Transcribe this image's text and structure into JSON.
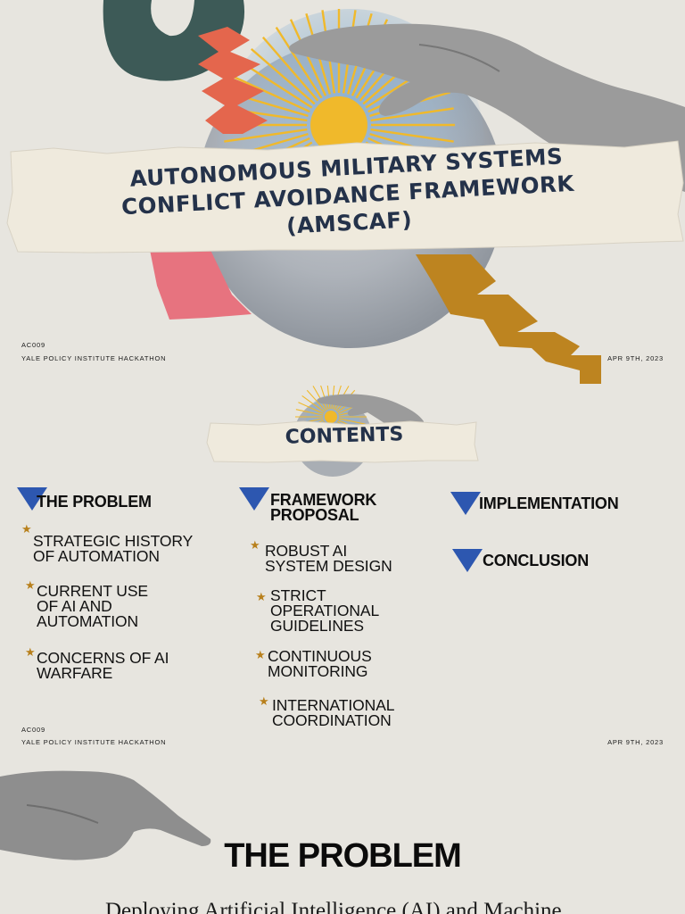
{
  "title_slide": {
    "title_line1": "AUTONOMOUS MILITARY SYSTEMS",
    "title_line2": "CONFLICT AVOIDANCE FRAMEWORK",
    "title_line3": "(AMSCAF)",
    "code": "AC009",
    "org": "YALE POLICY INSTITUTE HACKATHON",
    "date": "APR 9TH, 2023"
  },
  "contents_slide": {
    "heading": "CONTENTS",
    "code": "AC009",
    "org": "YALE POLICY INSTITUTE HACKATHON",
    "date": "APR 9TH, 2023",
    "sections": [
      {
        "title": "THE PROBLEM",
        "items": [
          "STRATEGIC HISTORY\nOF AUTOMATION",
          "CURRENT USE\nOF AI AND\nAUTOMATION",
          "CONCERNS OF AI\nWARFARE"
        ]
      },
      {
        "title": "FRAMEWORK\nPROPOSAL",
        "items": [
          "ROBUST AI\nSYSTEM DESIGN",
          "STRICT\nOPERATIONAL\nGUIDELINES",
          "CONTINUOUS\nMONITORING",
          "INTERNATIONAL\nCOORDINATION"
        ]
      },
      {
        "title": "IMPLEMENTATION",
        "items": []
      },
      {
        "title": "CONCLUSION",
        "items": []
      }
    ]
  },
  "problem_slide": {
    "heading": "THE PROBLEM",
    "body_partial": "Deploying Artificial Intelligence (AI) and Machine"
  },
  "colors": {
    "background": "#e7e5df",
    "title_text": "#24324a",
    "accent_blue": "#2d57b0",
    "star_gold": "#b8801c",
    "teal_shape": "#3d5a57",
    "coral_shape": "#e4664d",
    "pink_ribbon": "#e7737f",
    "mustard_zigzag": "#bd8420",
    "sun_yellow": "#f0b92b"
  },
  "icons": {
    "section_marker": "down-triangle-icon",
    "bullet": "star-icon"
  }
}
